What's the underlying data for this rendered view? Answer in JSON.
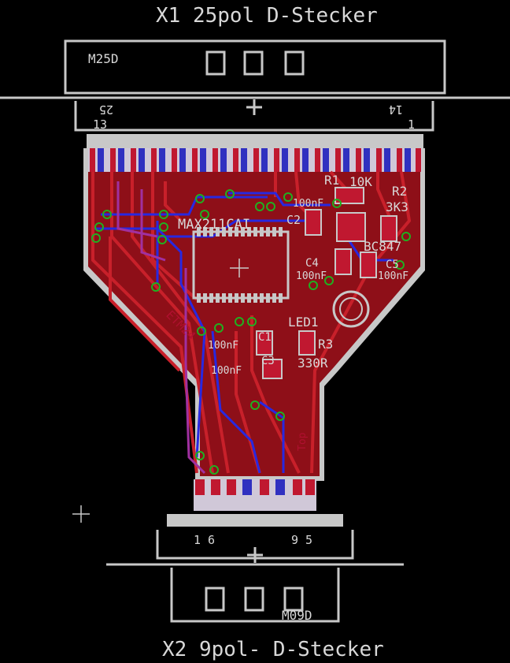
{
  "title_top": "X1 25pol D-Stecker",
  "title_bottom": "X2 9pol- D-Stecker",
  "connectors": {
    "top_name": "M25D",
    "bottom_name": "M09D",
    "top_pin_left_a": "25",
    "top_pin_left_b": "13",
    "top_pin_right_a": "14",
    "top_pin_right_b": "1",
    "bottom_pin_left": "1 6",
    "bottom_pin_right": "9 5"
  },
  "components": {
    "ic": "MAX211CAI",
    "r1": "R1",
    "r1_value": "10K",
    "r2": "R2",
    "r2_value": "3K3",
    "c2": "C2",
    "c2_value": "100nF",
    "transistor": "BC847",
    "c4": "C4",
    "c4_value": "100nF",
    "c5": "C5",
    "c5_value": "100nF",
    "led": "LED1",
    "r3": "R3",
    "r3_value": "330R",
    "c1": "C1",
    "c1_value": "100nF",
    "c3": "C3",
    "c3_value": "100nF"
  },
  "board_text": {
    "etm": "ETM24",
    "layer": "Top"
  },
  "colors": {
    "background": "#000000",
    "copper_top": "#a0121c",
    "copper_bottom": "#1c1cc8",
    "silkscreen": "#c8c8c8",
    "via": "#20b020",
    "pad": "#d82030"
  }
}
